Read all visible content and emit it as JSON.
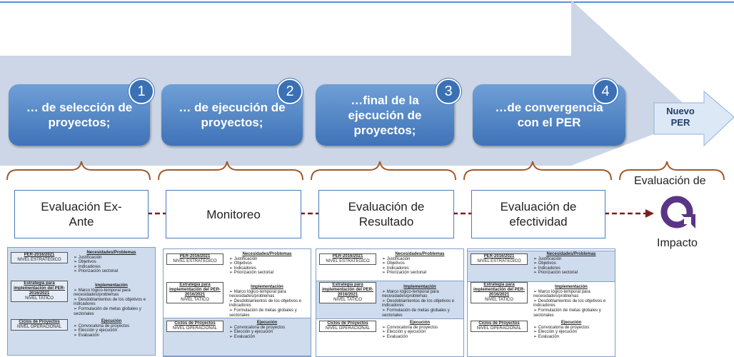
{
  "stages": [
    {
      "number": "1",
      "label": "… de selección de proyectos;"
    },
    {
      "number": "2",
      "label": "… de ejecución de proyectos;"
    },
    {
      "number": "3",
      "label": "…final de la ejecución de proyectos;"
    },
    {
      "number": "4",
      "label": "…de convergencia con el PER"
    }
  ],
  "next": {
    "label": "Nuevo PER"
  },
  "evaluations": [
    {
      "label": "Evaluación Ex-Ante"
    },
    {
      "label": "Monitoreo"
    },
    {
      "label": "Evaluación de Resultado"
    },
    {
      "label": "Evaluación de efectividad"
    }
  ],
  "impact": {
    "top": "Evaluación de",
    "bottom": "Impacto"
  },
  "card": {
    "levels": [
      {
        "title": "PER-2016/2021",
        "sub": "NIVEL ESTRATEGICO"
      },
      {
        "title": "Estrategia para implementación del PER-2016/2021",
        "sub": "NIVEL TATICO"
      },
      {
        "title": "Ciclos de Proyectos",
        "sub": "NIVEL OPERACIONAL"
      }
    ],
    "groups": [
      {
        "title": "Necesidades/Problemas",
        "items": [
          "➢ Justificación",
          "➢ Objetivos",
          "➢ Indicadores",
          "➢ Priorización sectorial"
        ]
      },
      {
        "title": "Implementación",
        "items": [
          "➢ Marco lógico-temporal para necesidades/problemas",
          "➢ Desdoblamientos de los objetivos e indicadores",
          "➢ Formulación de metas globales y sectoriales"
        ]
      },
      {
        "title": "Ejecución",
        "items": [
          "➢ Convocatoria de proyectos",
          "➢ Elección y ejecución",
          "➢ Evaluación"
        ]
      }
    ]
  },
  "colors": {
    "stage": "#4a7fc1",
    "arrow": "#ccd6e6",
    "connector": "#7b1f1f",
    "impact_icon": "#5a3585"
  }
}
